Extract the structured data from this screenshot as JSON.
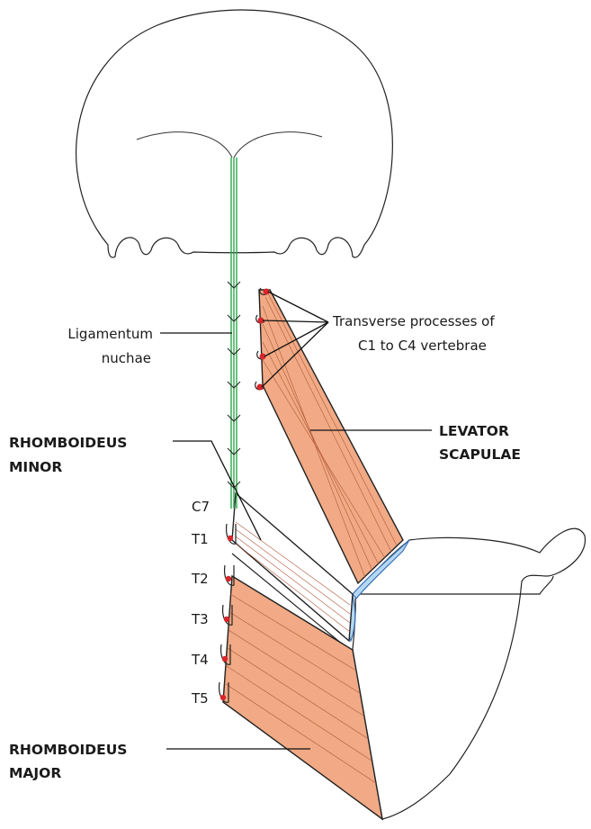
{
  "colors": {
    "muscle": "#f1aa85",
    "muscle_line": "#b0583a",
    "ligament": "#2aa84a",
    "bone_dot": "#d8262b",
    "cartilage": "#b4d8f2",
    "cartilage_edge": "#3a6fb3"
  },
  "labels": {
    "ligamentum_nuchae_1": "Ligamentum",
    "ligamentum_nuchae_2": "nuchae",
    "transverse_1": "Transverse processes of",
    "transverse_2": "C1 to C4  vertebrae",
    "levator_1": "LEVATOR",
    "levator_2": "SCAPULAE",
    "rh_minor_1": "RHOMBOIDEUS",
    "rh_minor_2": "MINOR",
    "rh_major_1": "RHOMBOIDEUS",
    "rh_major_2": "MAJOR"
  },
  "vertebrae": [
    "C7",
    "T1",
    "T2",
    "T3",
    "T4",
    "T5"
  ]
}
